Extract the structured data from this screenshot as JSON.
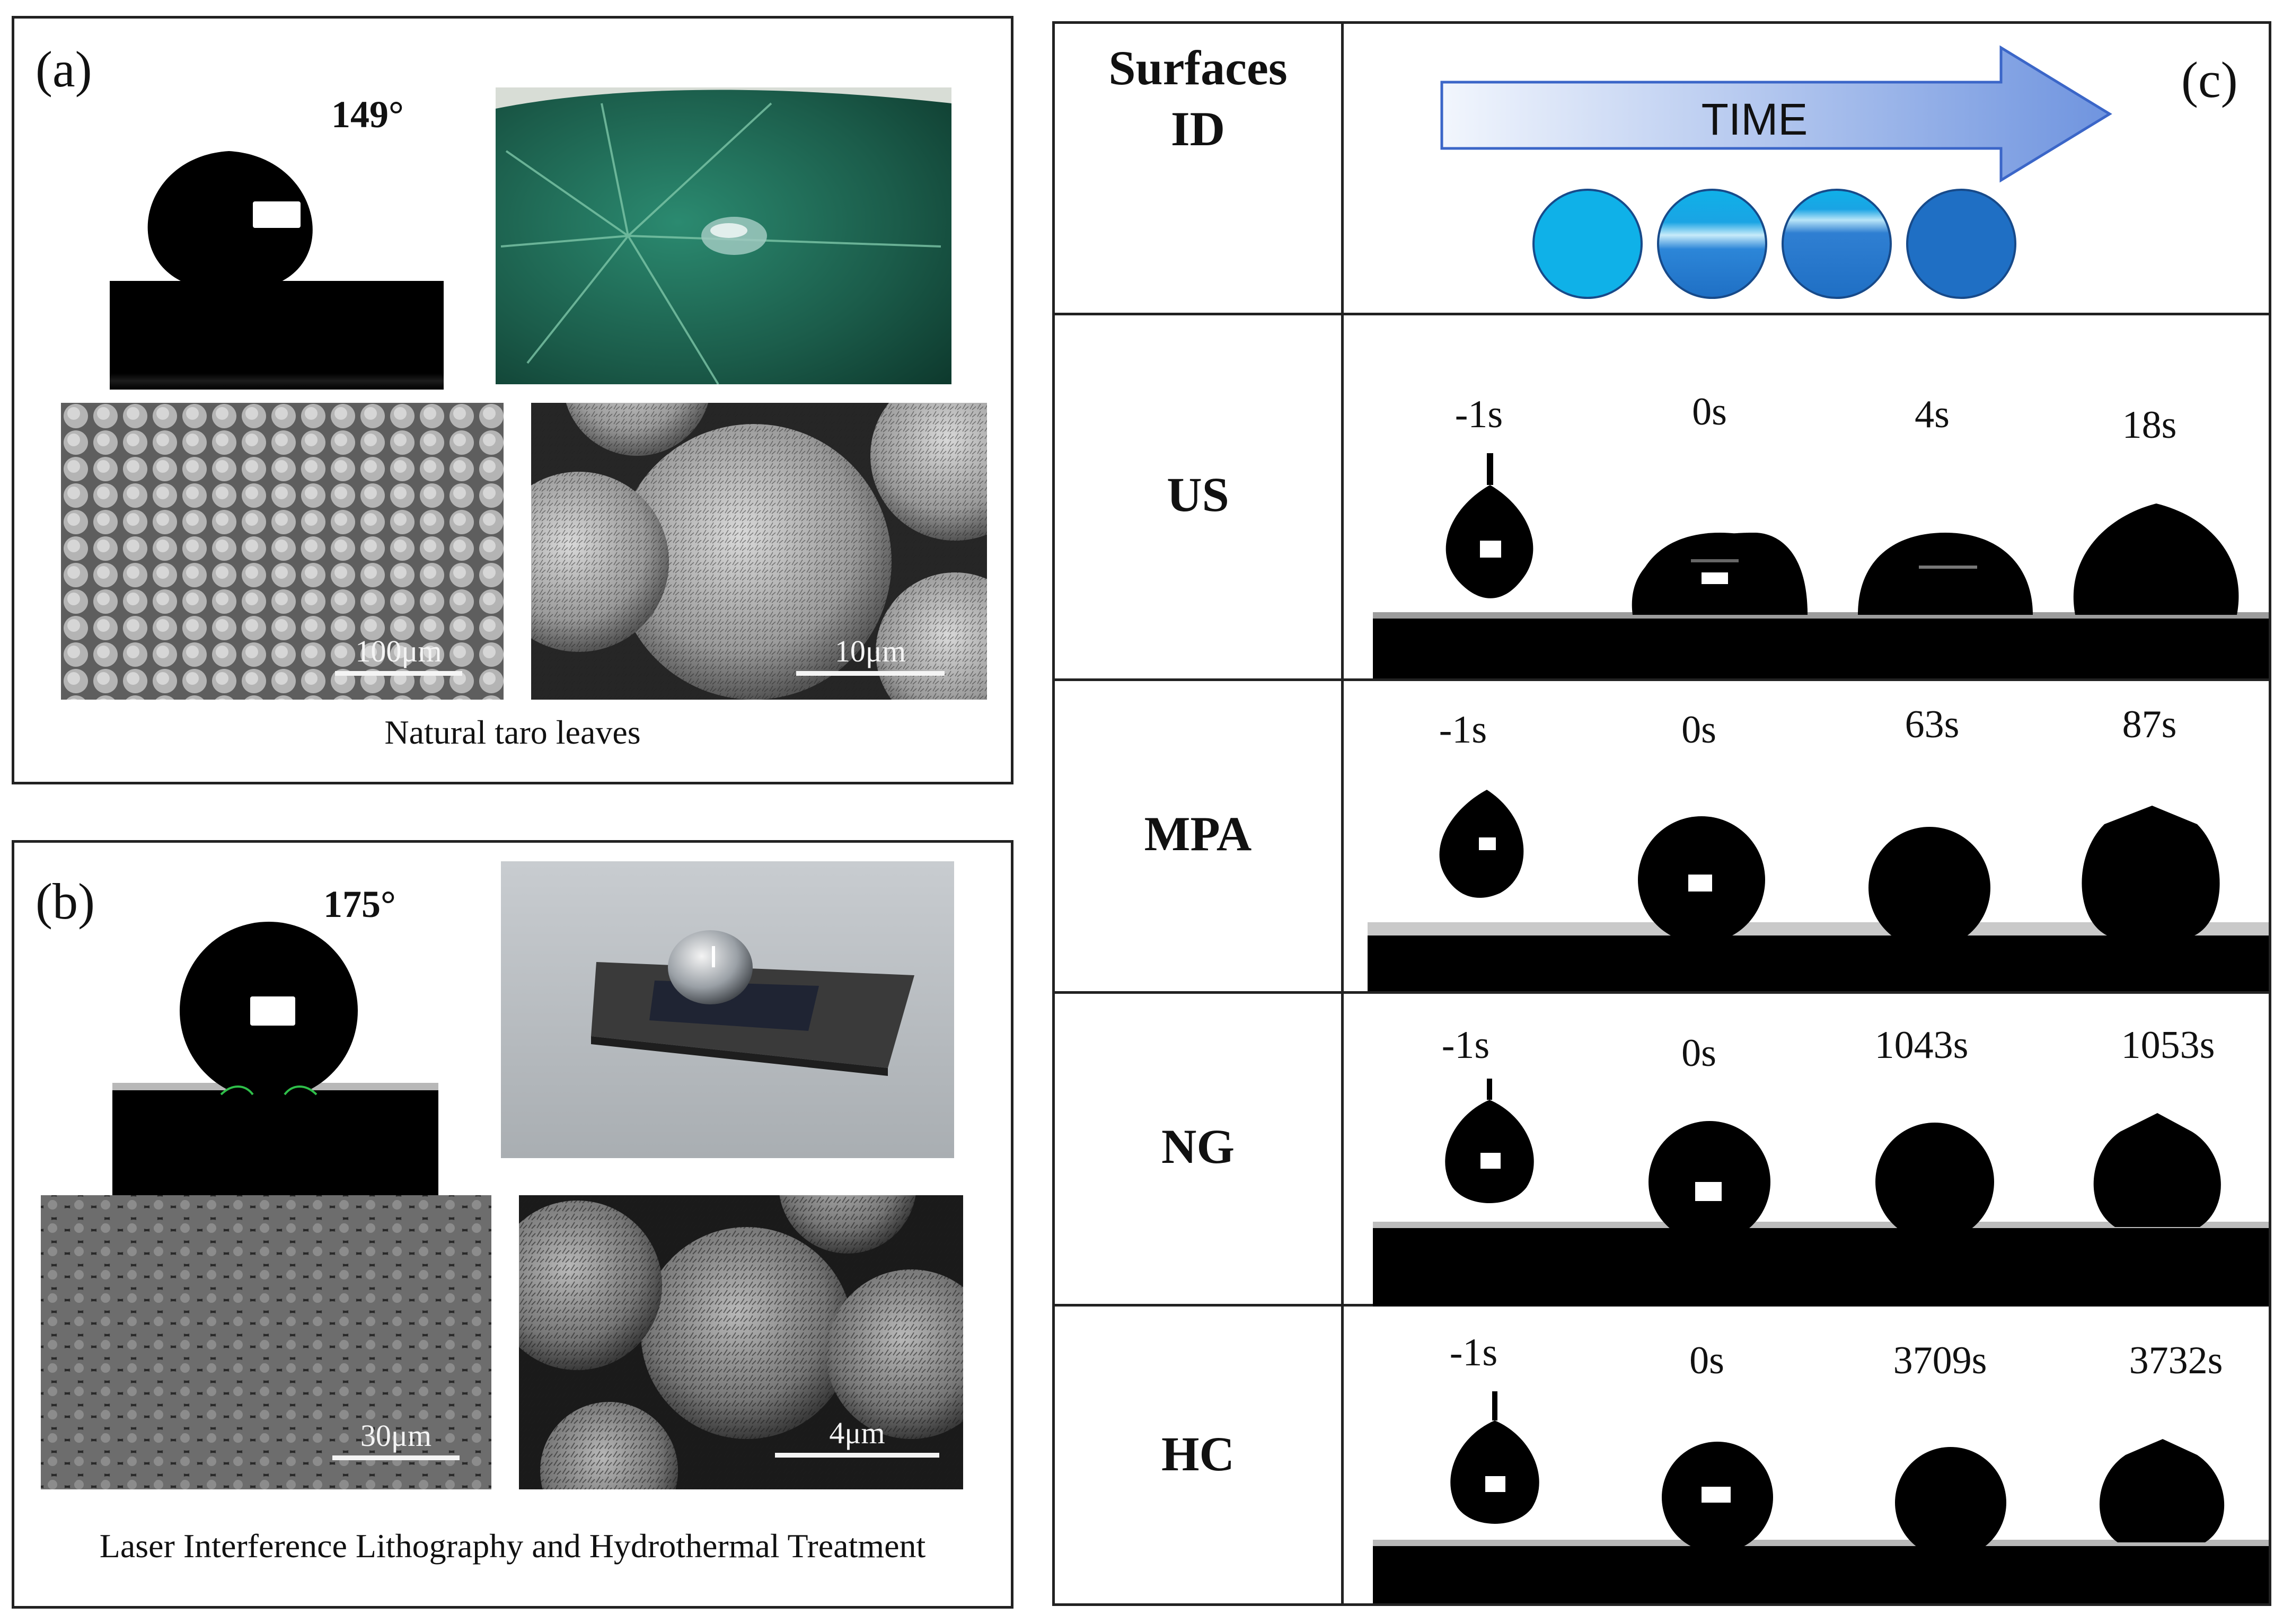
{
  "panel_a": {
    "label": "(a)",
    "contact_angle": "149°",
    "scale_left": "100μm",
    "scale_right": "10μm",
    "caption": "Natural taro leaves"
  },
  "panel_b": {
    "label": "(b)",
    "contact_angle": "175°",
    "scale_left": "30μm",
    "scale_right": "4μm",
    "caption": "Laser Interference Lithography and Hydrothermal Treatment"
  },
  "panel_c": {
    "label": "(c)",
    "header_line1": "Surfaces",
    "header_line2": "ID",
    "arrow_label": "TIME",
    "rows": [
      {
        "id": "US",
        "times": [
          "-1s",
          "0s",
          "4s",
          "18s"
        ]
      },
      {
        "id": "MPA",
        "times": [
          "-1s",
          "0s",
          "63s",
          "87s"
        ]
      },
      {
        "id": "NG",
        "times": [
          "-1s",
          "0s",
          "1043s",
          "1053s"
        ]
      },
      {
        "id": "HC",
        "times": [
          "-1s",
          "0s",
          "3709s",
          "3732s"
        ]
      }
    ]
  },
  "colors": {
    "circle_light": "#0fb1e8",
    "circle_dark": "#1f6fc4",
    "arrow_start": "#f2f6fd",
    "arrow_end": "#6f94df",
    "leaf_green": "#1d6a55"
  }
}
